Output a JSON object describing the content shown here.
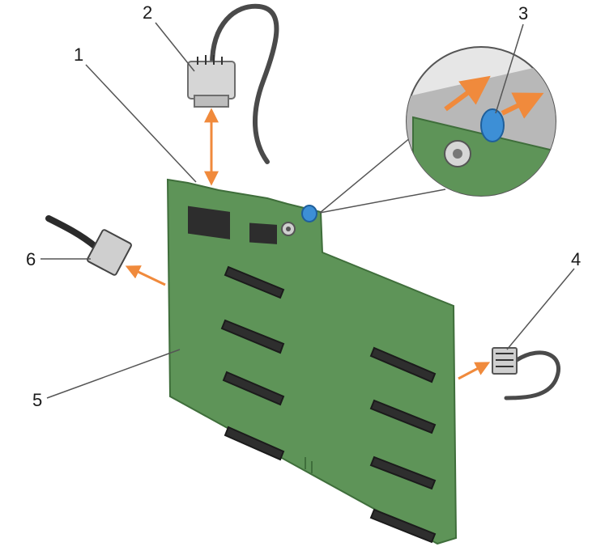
{
  "figure": {
    "colors": {
      "board": "#5e9458",
      "board_edge": "#3f6e3b",
      "arrow": "#f08a3c",
      "leader_line": "#555555",
      "cable": "#4a4a4a",
      "connector": "#c9c9c9",
      "release_pin": "#3d8fd6"
    },
    "callouts": [
      {
        "id": "1",
        "label": "1"
      },
      {
        "id": "2",
        "label": "2"
      },
      {
        "id": "3",
        "label": "3"
      },
      {
        "id": "4",
        "label": "4"
      },
      {
        "id": "5",
        "label": "5"
      },
      {
        "id": "6",
        "label": "6"
      }
    ]
  }
}
